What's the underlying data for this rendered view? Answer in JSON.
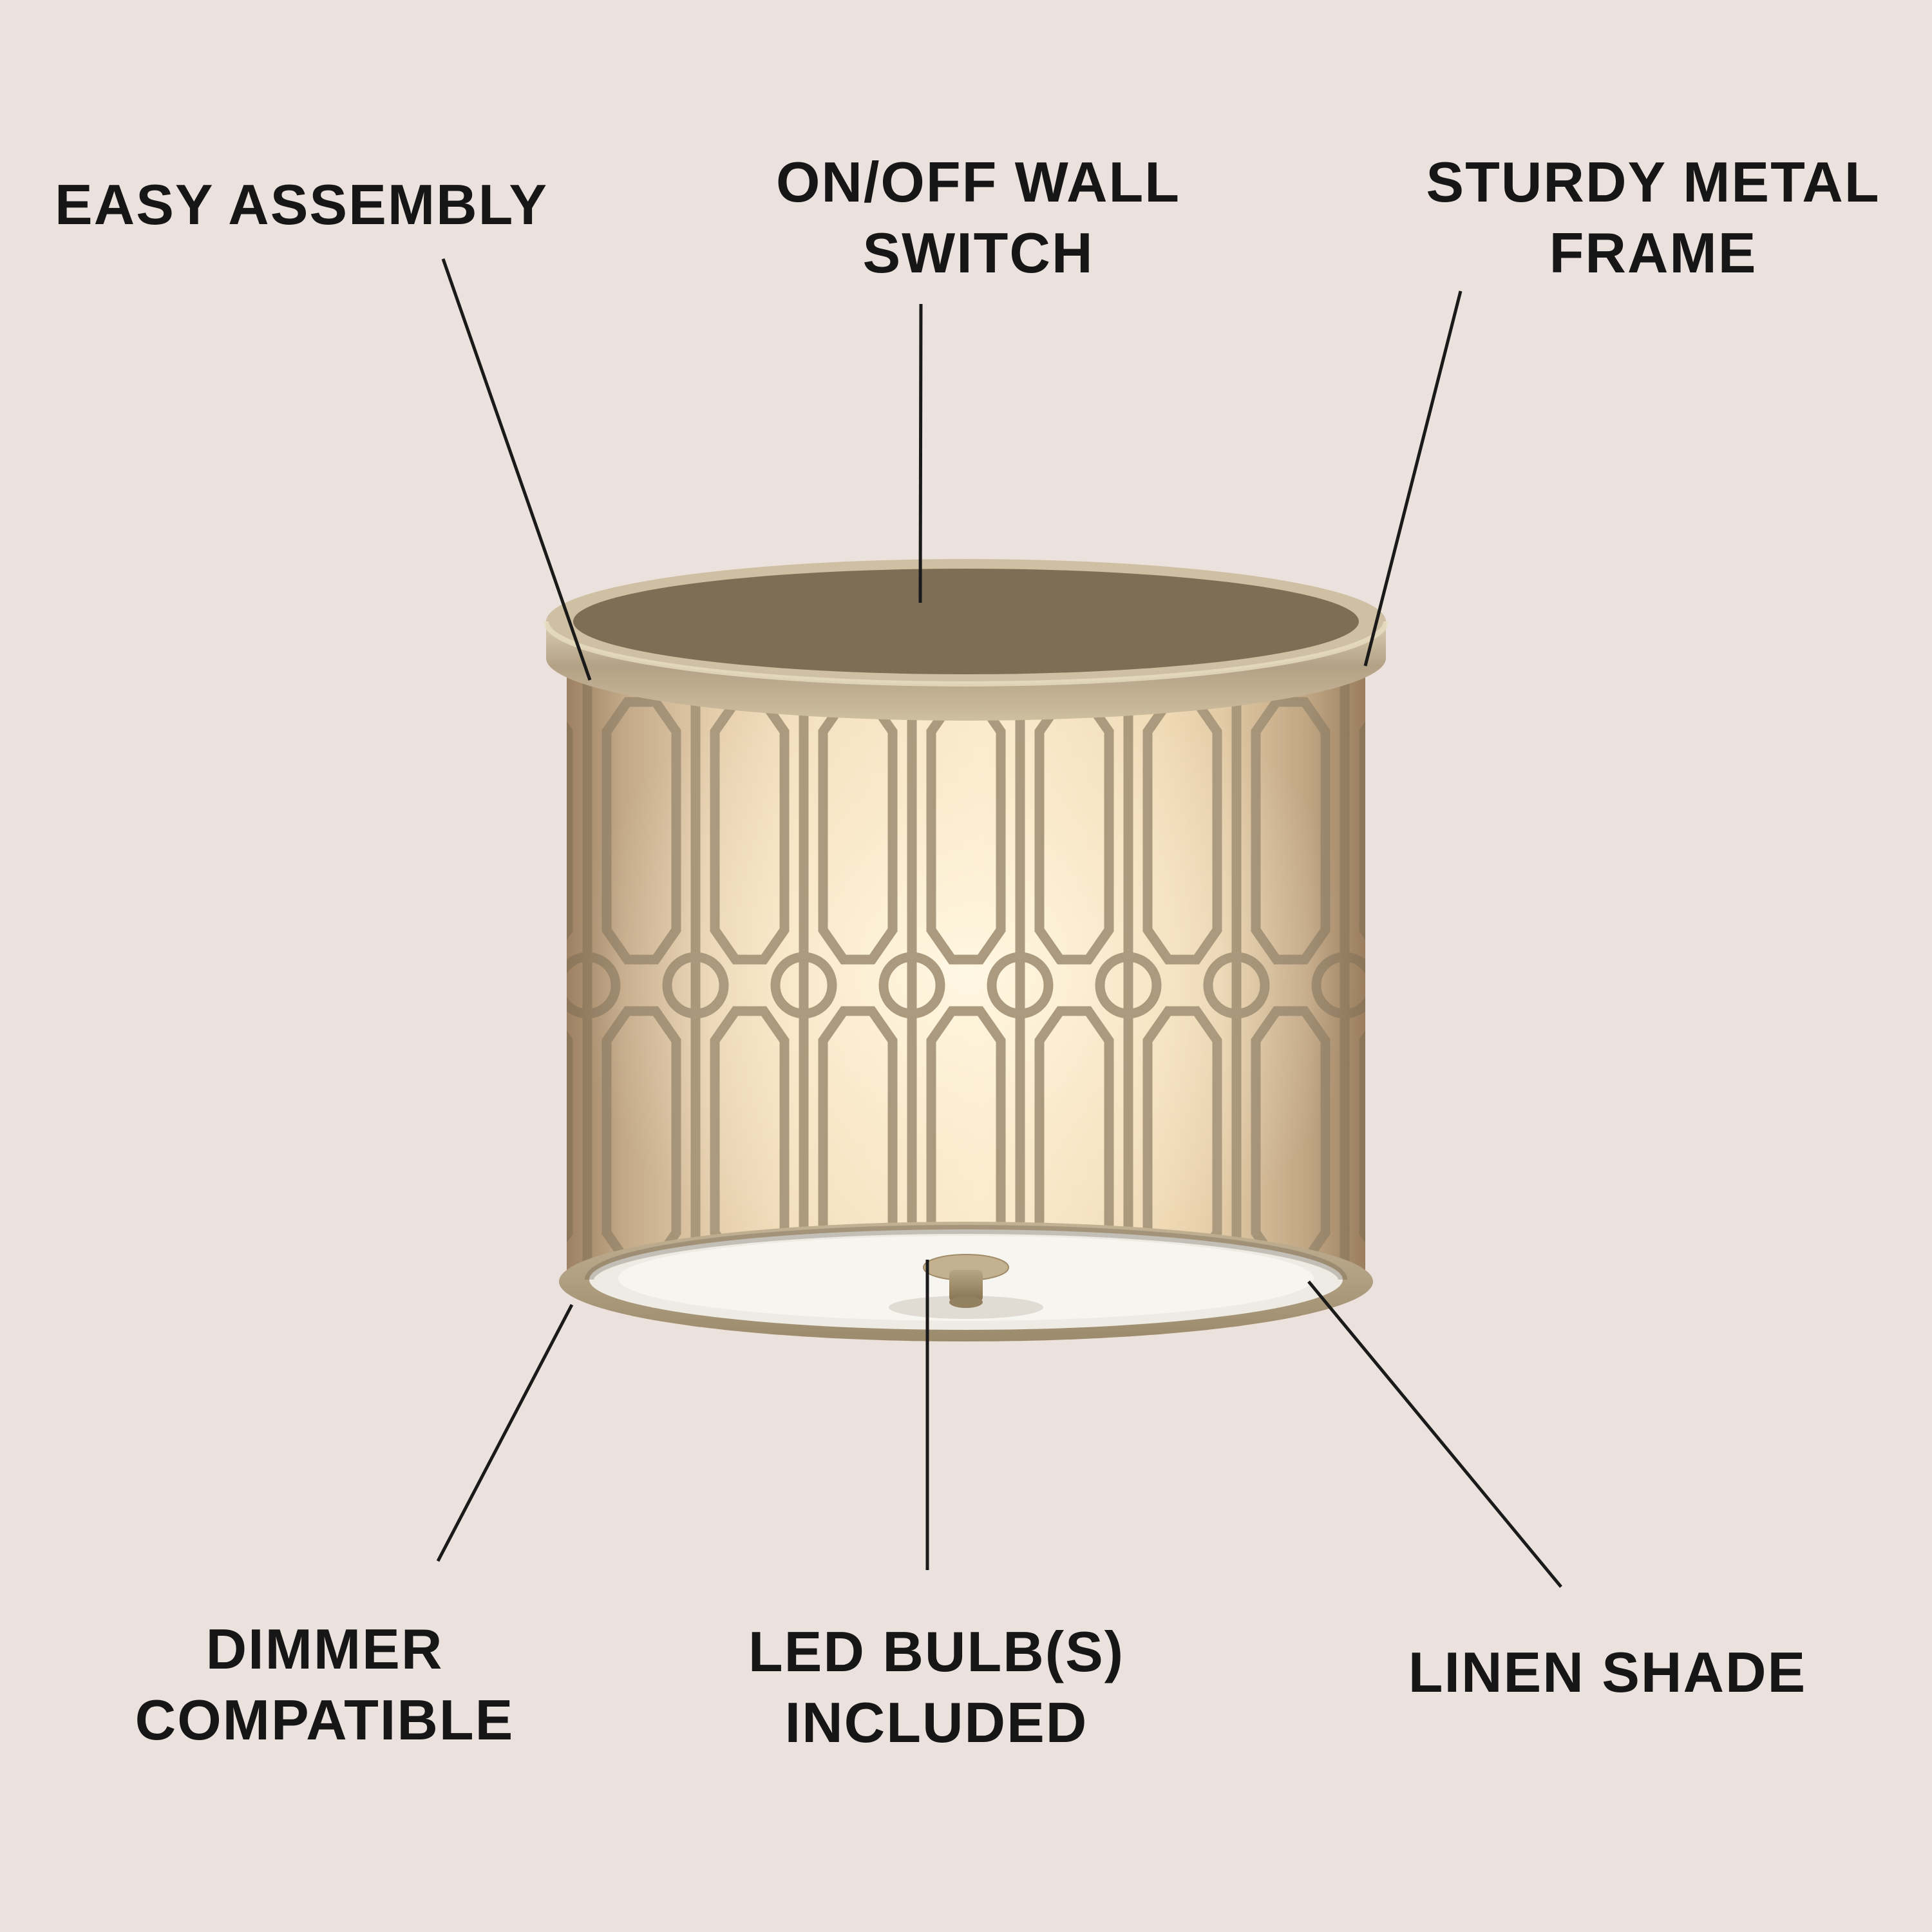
{
  "background_color": "#ece2dd",
  "text_color": "#161616",
  "line_color": "#1a1a1a",
  "product": {
    "kind": "drum flush-mount ceiling light",
    "colors": {
      "metal_frame": "#b2a084",
      "shade_glow": "#f9e9cb",
      "diffuser": "#f2efe8"
    }
  },
  "callouts": [
    {
      "id": "easy-assembly",
      "lines": [
        "EASY ASSEMBLY"
      ]
    },
    {
      "id": "on-off-wall-switch",
      "lines": [
        "ON/OFF WALL",
        "SWITCH"
      ]
    },
    {
      "id": "sturdy-metal-frame",
      "lines": [
        "STURDY METAL",
        "FRAME"
      ]
    },
    {
      "id": "dimmer-compatible",
      "lines": [
        "DIMMER",
        "COMPATIBLE"
      ]
    },
    {
      "id": "led-bulbs-included",
      "lines": [
        "LED BULB(S)",
        "INCLUDED"
      ]
    },
    {
      "id": "linen-shade",
      "lines": [
        "LINEN SHADE"
      ]
    }
  ]
}
